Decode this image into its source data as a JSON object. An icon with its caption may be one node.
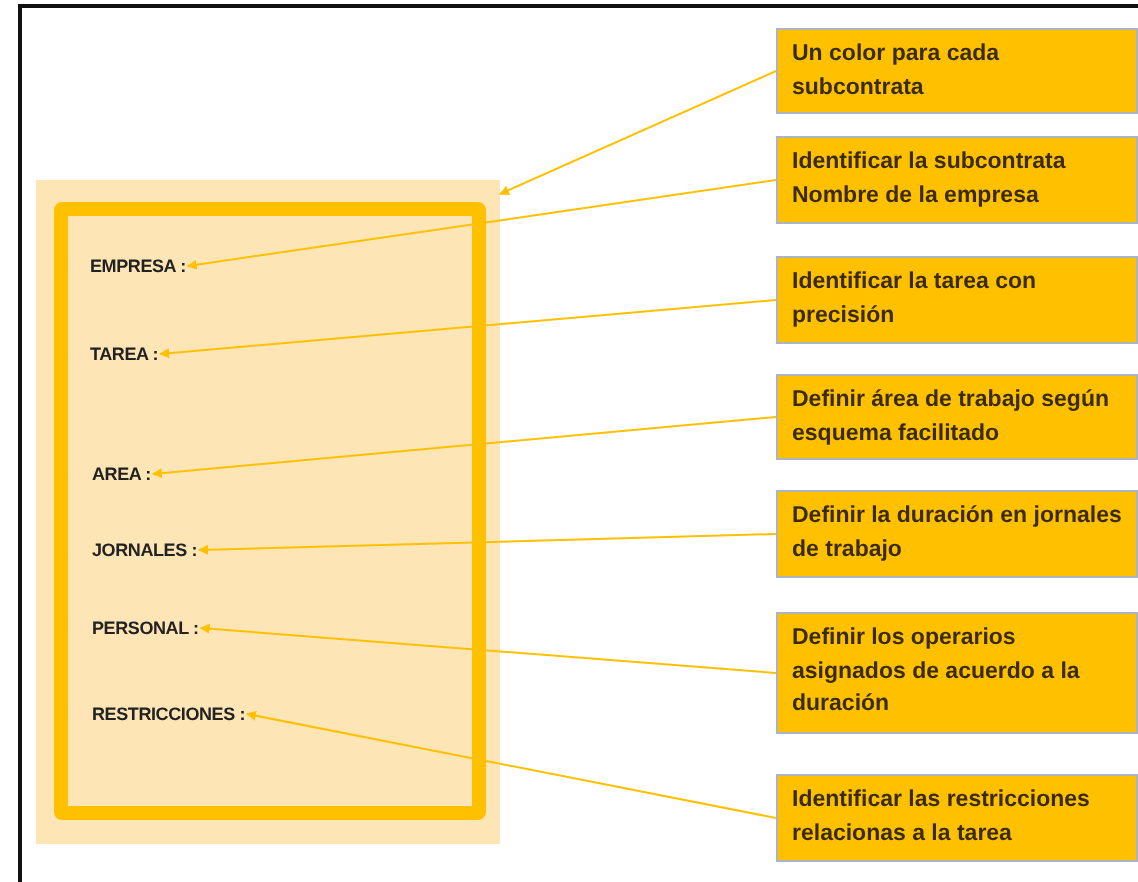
{
  "diagram": {
    "nodes": [
      {
        "text": [],
        "shape": "box"
      },
      {
        "text": [
          "EMPRESA :"
        ],
        "in": 0
      },
      {
        "text": [
          "TAREA :"
        ],
        "in": 0
      },
      {
        "text": [
          "AREA :"
        ],
        "in": 0
      },
      {
        "text": [
          "JORNALES :"
        ],
        "in": 0
      },
      {
        "text": [
          "PERSONAL :"
        ],
        "in": 0
      },
      {
        "text": [
          "RESTRICCIONES :"
        ],
        "in": 0
      },
      {
        "text": [
          "Un color para cada subcontrata"
        ]
      },
      {
        "text": [
          "Identificar la subcontrata Nombre de la empresa"
        ]
      },
      {
        "text": [
          "Identificar la tarea con precisión"
        ]
      },
      {
        "text": [
          "Definir área de trabajo según esquema facilitado"
        ]
      },
      {
        "text": [
          "Definir la duración en jornales de trabajo"
        ]
      },
      {
        "text": [
          "Definir los operarios asignados de acuerdo a la duración"
        ]
      },
      {
        "text": [
          "Identificar las restricciones relacionas a la tarea"
        ]
      }
    ],
    "edges": [
      {
        "from": 7,
        "to": 0,
        "arrow": "to"
      },
      {
        "from": 8,
        "to": 1,
        "arrow": "to"
      },
      {
        "from": 9,
        "to": 2,
        "arrow": "to"
      },
      {
        "from": 10,
        "to": 3,
        "arrow": "to"
      },
      {
        "from": 11,
        "to": 4,
        "arrow": "to"
      },
      {
        "from": 12,
        "to": 5,
        "arrow": "to"
      },
      {
        "from": 13,
        "to": 6,
        "arrow": "to"
      }
    ]
  }
}
